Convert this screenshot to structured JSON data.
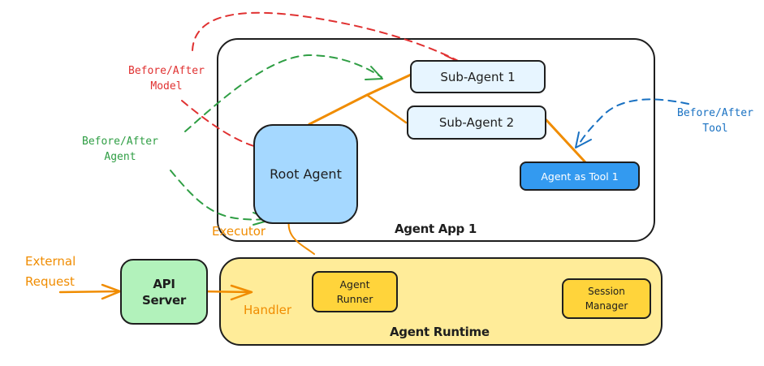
{
  "colors": {
    "red": "#e03131",
    "green": "#2f9e44",
    "blue": "#1971c2",
    "orange": "#f08c00",
    "stroke": "#1e1e1e",
    "app_fill": "#ffffff",
    "root_fill": "#a5d8ff",
    "sub_fill": "#e7f5ff",
    "tool_fill": "#339af0",
    "api_fill": "#b2f2bb",
    "runtime_fill": "#ffec99",
    "runtime_inner_fill": "#ffd43b"
  },
  "callbacks": {
    "model": "Before/After\nModel",
    "agent": "Before/After\nAgent",
    "tool": "Before/After\nTool"
  },
  "agent_app": {
    "title": "Agent App 1",
    "root_agent": "Root Agent",
    "sub_agent_1": "Sub-Agent 1",
    "sub_agent_2": "Sub-Agent 2",
    "agent_as_tool": "Agent as Tool 1"
  },
  "runtime": {
    "title": "Agent Runtime",
    "agent_runner": "Agent\nRunner",
    "session_manager": "Session\nManager"
  },
  "api_server": "API\nServer",
  "flow_labels": {
    "external_request": "External\nRequest",
    "handler": "Handler",
    "executor": "Executor"
  }
}
